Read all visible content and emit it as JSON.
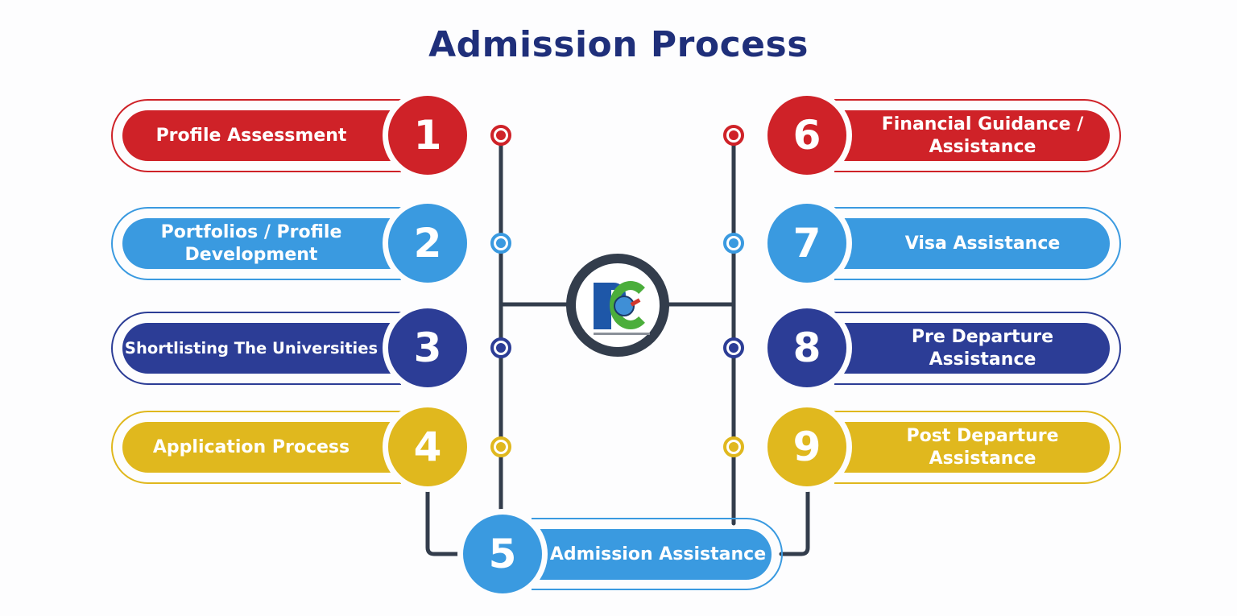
{
  "title": "Admission Process",
  "colors": {
    "red": "#cf2228",
    "light_blue": "#3a9ae0",
    "navy": "#2c3d96",
    "gold": "#e0b81e",
    "connector": "#333d4c",
    "title": "#1f2f7a"
  },
  "logo": {
    "icon": "pc-logo-icon",
    "letters": "PC"
  },
  "steps": [
    {
      "number": "1",
      "label": "Profile Assessment",
      "color": "red",
      "side": "left"
    },
    {
      "number": "2",
      "label": "Portfolios / Profile\nDevelopment",
      "color": "light_blue",
      "side": "left"
    },
    {
      "number": "3",
      "label": "Shortlisting The Universities",
      "color": "navy",
      "side": "left"
    },
    {
      "number": "4",
      "label": "Application Process",
      "color": "gold",
      "side": "left"
    },
    {
      "number": "5",
      "label": "Admission Assistance",
      "color": "light_blue",
      "side": "bottom"
    },
    {
      "number": "6",
      "label": "Financial Guidance /\nAssistance",
      "color": "red",
      "side": "right"
    },
    {
      "number": "7",
      "label": "Visa Assistance",
      "color": "light_blue",
      "side": "right"
    },
    {
      "number": "8",
      "label": "Pre Departure\nAssistance",
      "color": "navy",
      "side": "right"
    },
    {
      "number": "9",
      "label": "Post Departure\nAssistance",
      "color": "gold",
      "side": "right"
    }
  ]
}
